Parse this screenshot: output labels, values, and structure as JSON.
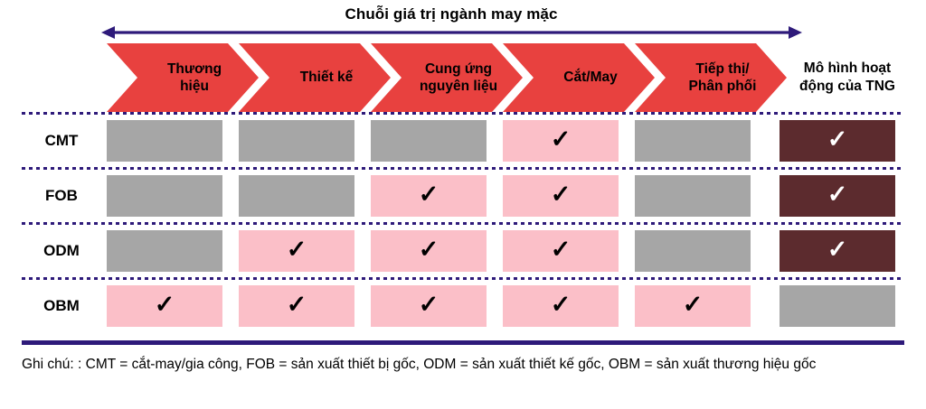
{
  "chain": {
    "title": "Chuỗi giá trị ngành may mặc",
    "arrow_icon": "double-headed-arrow-icon",
    "stages": [
      {
        "label": "Thương\nhiệu"
      },
      {
        "label": "Thiết kế"
      },
      {
        "label": "Cung ứng\nnguyên liệu"
      },
      {
        "label": "Cắt/May"
      },
      {
        "label": "Tiếp thị/\nPhân phối"
      }
    ],
    "tng_header": "Mô hình hoạt\nđộng của TNG"
  },
  "matrix": {
    "check_glyph": "✓",
    "row_labels": [
      "CMT",
      "FOB",
      "ODM",
      "OBM"
    ],
    "column_labels": [
      "Thương hiệu",
      "Thiết kế",
      "Cung ứng nguyên liệu",
      "Cắt/May",
      "Tiếp thị/Phân phối",
      "Mô hình hoạt động của TNG"
    ],
    "rows": [
      {
        "label": "CMT",
        "cells": [
          false,
          false,
          false,
          true,
          false
        ],
        "tng": true
      },
      {
        "label": "FOB",
        "cells": [
          false,
          false,
          true,
          true,
          false
        ],
        "tng": true
      },
      {
        "label": "ODM",
        "cells": [
          false,
          true,
          true,
          true,
          false
        ],
        "tng": true
      },
      {
        "label": "OBM",
        "cells": [
          true,
          true,
          true,
          true,
          true
        ],
        "tng": false
      }
    ]
  },
  "footer": {
    "note": "Ghi chú: : CMT = cắt-may/gia công, FOB = sản xuất thiết bị gốc, ODM = sản xuất thiết kế gốc, OBM = sản xuất thương hiệu gốc"
  },
  "colors": {
    "chevron_red": "#e8413f",
    "cell_inactive_gray": "#a6a6a6",
    "cell_active_pink": "#fbbfc8",
    "cell_tng_maroon": "#5c2b2e",
    "accent_navy": "#2e1a7a",
    "text_black": "#000000"
  }
}
